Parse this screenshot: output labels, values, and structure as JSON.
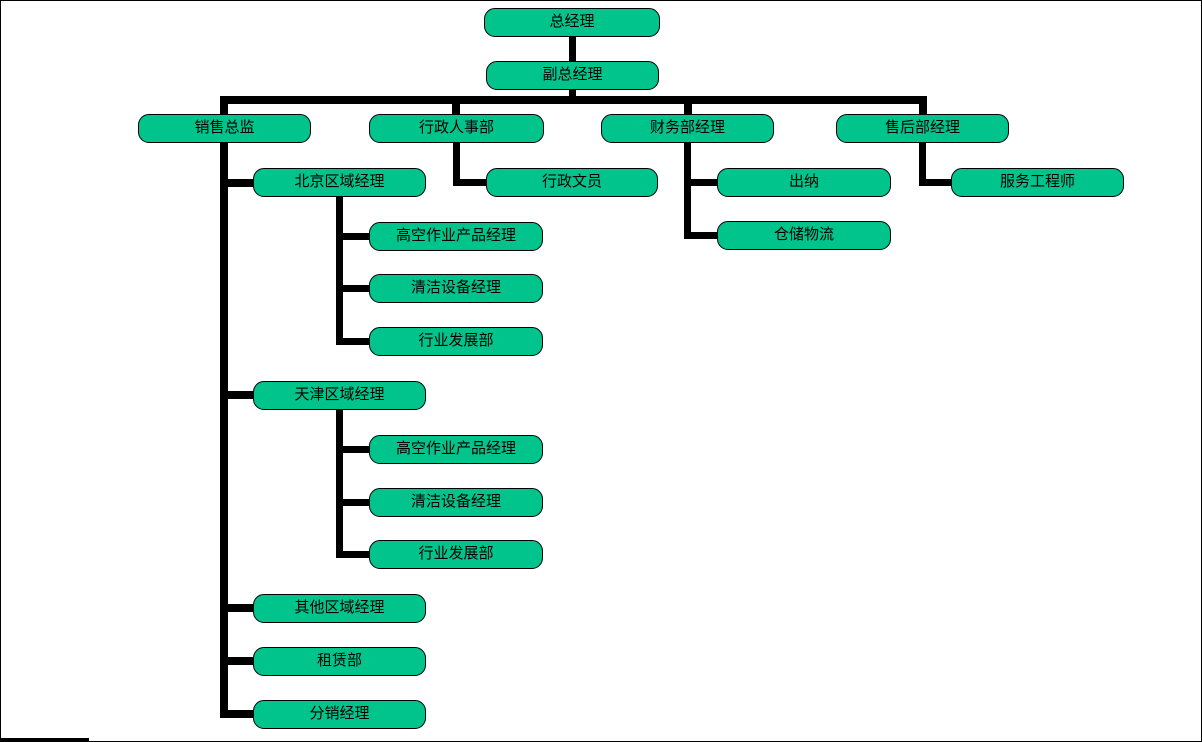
{
  "canvas": {
    "background": "#ffffff",
    "border_color": "#000000"
  },
  "style": {
    "node_fill": "#00c48c",
    "node_border": "#000000",
    "node_text_color": "#000000",
    "connector_color": "#000000"
  },
  "chart_data": {
    "type": "org-chart",
    "root": "总经理",
    "edges": [
      [
        "总经理",
        "副总经理"
      ],
      [
        "副总经理",
        "销售总监"
      ],
      [
        "副总经理",
        "行政人事部"
      ],
      [
        "副总经理",
        "财务部经理"
      ],
      [
        "副总经理",
        "售后部经理"
      ],
      [
        "销售总监",
        "北京区域经理"
      ],
      [
        "北京区域经理",
        "高空作业产品经理"
      ],
      [
        "北京区域经理",
        "清洁设备经理"
      ],
      [
        "北京区域经理",
        "行业发展部"
      ],
      [
        "销售总监",
        "天津区域经理"
      ],
      [
        "天津区域经理",
        "高空作业产品经理"
      ],
      [
        "天津区域经理",
        "清洁设备经理"
      ],
      [
        "天津区域经理",
        "行业发展部"
      ],
      [
        "销售总监",
        "其他区域经理"
      ],
      [
        "销售总监",
        "租赁部"
      ],
      [
        "销售总监",
        "分销经理"
      ],
      [
        "行政人事部",
        "行政文员"
      ],
      [
        "财务部经理",
        "出纳"
      ],
      [
        "财务部经理",
        "仓储物流"
      ],
      [
        "售后部经理",
        "服务工程师"
      ]
    ]
  },
  "nodes": {
    "gm": {
      "label": "总经理"
    },
    "dgm": {
      "label": "副总经理"
    },
    "sales_director": {
      "label": "销售总监"
    },
    "admin_hr": {
      "label": "行政人事部"
    },
    "finance_manager": {
      "label": "财务部经理"
    },
    "aftersales_manager": {
      "label": "售后部经理"
    },
    "beijing_manager": {
      "label": "北京区域经理"
    },
    "bj_aerial": {
      "label": "高空作业产品经理"
    },
    "bj_cleaning": {
      "label": "清洁设备经理"
    },
    "bj_industry": {
      "label": "行业发展部"
    },
    "tianjin_manager": {
      "label": "天津区域经理"
    },
    "tj_aerial": {
      "label": "高空作业产品经理"
    },
    "tj_cleaning": {
      "label": "清洁设备经理"
    },
    "tj_industry": {
      "label": "行业发展部"
    },
    "other_region_manager": {
      "label": "其他区域经理"
    },
    "leasing_dept": {
      "label": "租赁部"
    },
    "distribution_manager": {
      "label": "分销经理"
    },
    "admin_clerk": {
      "label": "行政文员"
    },
    "cashier": {
      "label": "出纳"
    },
    "warehouse_logistics": {
      "label": "仓储物流"
    },
    "service_engineer": {
      "label": "服务工程师"
    }
  }
}
